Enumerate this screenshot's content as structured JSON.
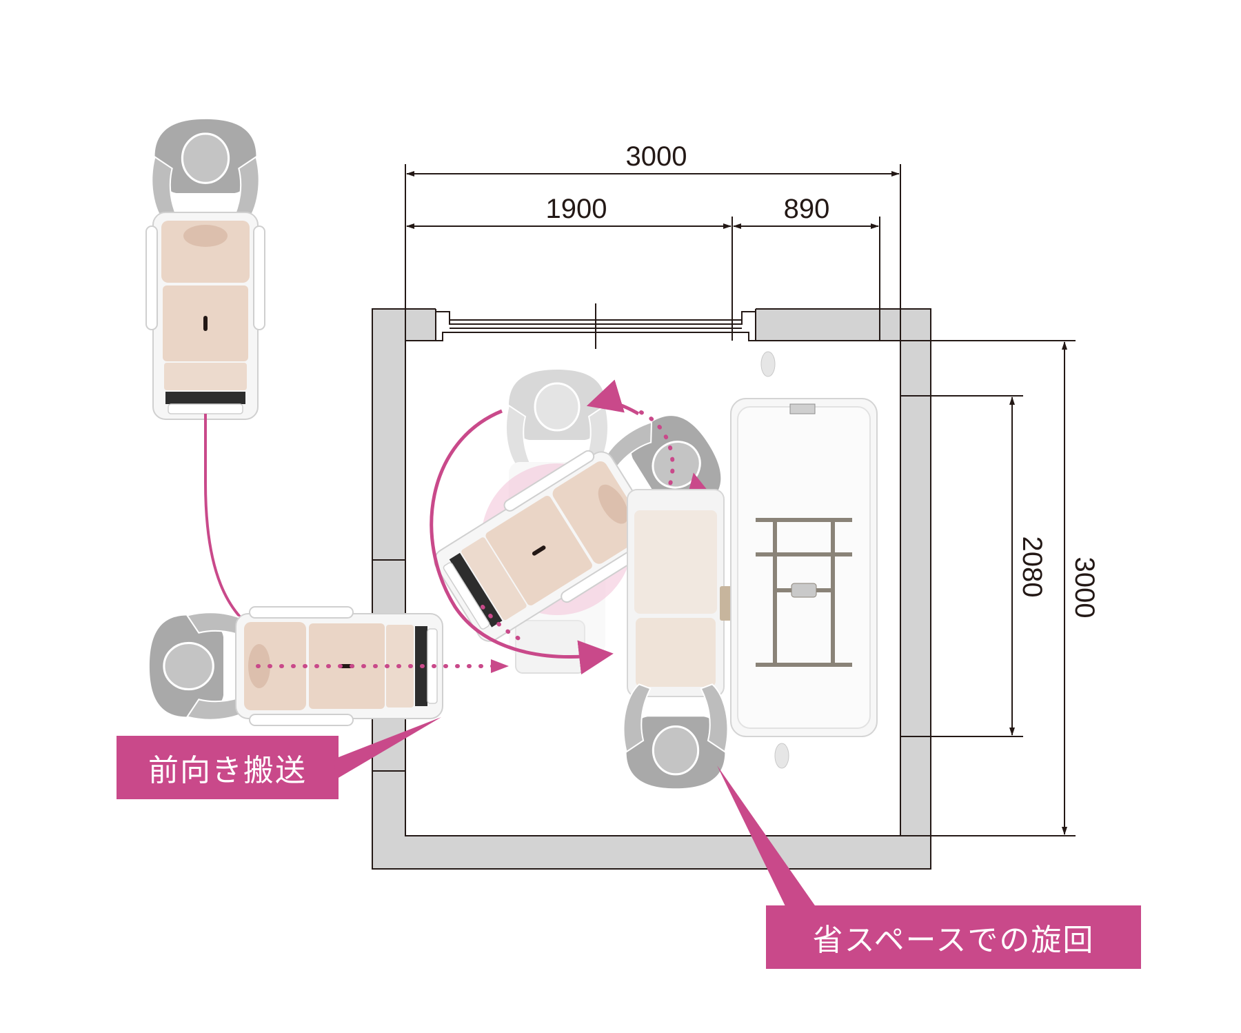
{
  "dimensions": {
    "top_total": "3000",
    "top_left": "1900",
    "top_right": "890",
    "right_inner": "2080",
    "right_total": "3000"
  },
  "callouts": {
    "forward_transport": "前向き搬送",
    "space_saving_turn": "省スペースでの旋回"
  },
  "colors": {
    "accent": "#c9498a",
    "wall": "#d3d3d3",
    "line": "#231815",
    "chair_body": "#e9d4c5",
    "caregiver": "#a9a9a9"
  },
  "icons": [
    "caregiver-icon",
    "shower-chair-icon",
    "bathtub-icon",
    "rotation-arrow-icon"
  ]
}
